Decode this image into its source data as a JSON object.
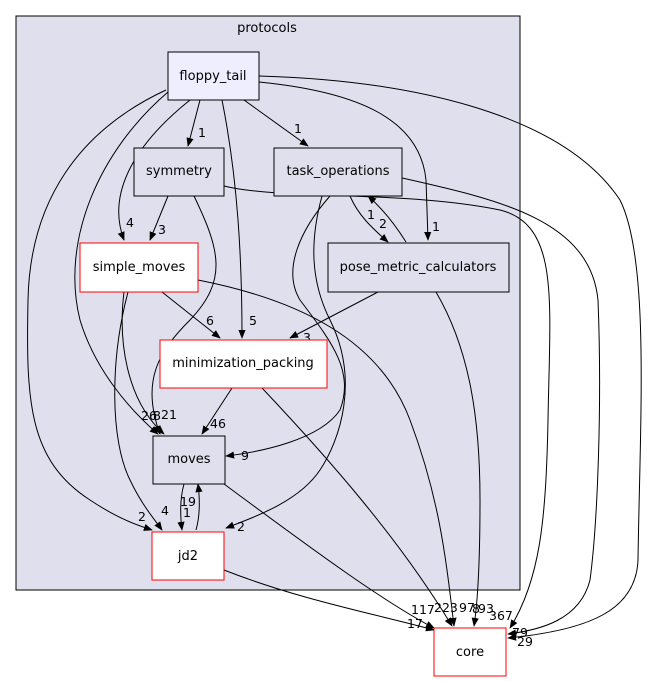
{
  "cluster": {
    "label": "protocols"
  },
  "nodes": {
    "floppy_tail": {
      "label": "floppy_tail",
      "fill": "#eeeeff",
      "stroke": "#000000"
    },
    "symmetry": {
      "label": "symmetry",
      "fill": "#dfdfee",
      "stroke": "#000000"
    },
    "task_operations": {
      "label": "task_operations",
      "fill": "#dfdfee",
      "stroke": "#000000"
    },
    "simple_moves": {
      "label": "simple_moves",
      "fill": "#ffffff",
      "stroke": "#ff0000"
    },
    "pose_metric_calculators": {
      "label": "pose_metric_calculators",
      "fill": "#dfdfee",
      "stroke": "#000000"
    },
    "minimization_packing": {
      "label": "minimization_packing",
      "fill": "#ffffff",
      "stroke": "#ff0000"
    },
    "moves": {
      "label": "moves",
      "fill": "#dfdfee",
      "stroke": "#000000"
    },
    "jd2": {
      "label": "jd2",
      "fill": "#ffffff",
      "stroke": "#ff0000"
    },
    "core": {
      "label": "core",
      "fill": "#ffffff",
      "stroke": "#ff0000"
    }
  },
  "edge_labels": {
    "ft_sym": "1",
    "ft_task": "1",
    "ft_pose": "1",
    "ft_simple": "4",
    "sym_simple": "3",
    "task_pose": "2",
    "pose_task": "1",
    "simple_min": "6",
    "ft_min": "5",
    "pose_min": "3",
    "min_moves": "46",
    "moves_a": "26",
    "moves_b": "8",
    "moves_c": "21",
    "task_moves": "9",
    "simple_jd2": "4",
    "ft_jd2": "2",
    "task_jd2": "2",
    "moves_jd2": "19",
    "jd2_moves": "1",
    "core_a": "117",
    "core_b": "223",
    "core_c": "97",
    "core_d": "8",
    "core_e": "93",
    "core_f": "367",
    "jd2_core": "17",
    "core_r1": "79",
    "core_r2": "29"
  },
  "colors": {
    "cluster_fill": "#dfdfee",
    "cluster_stroke": "#000000",
    "edge": "#000000"
  }
}
